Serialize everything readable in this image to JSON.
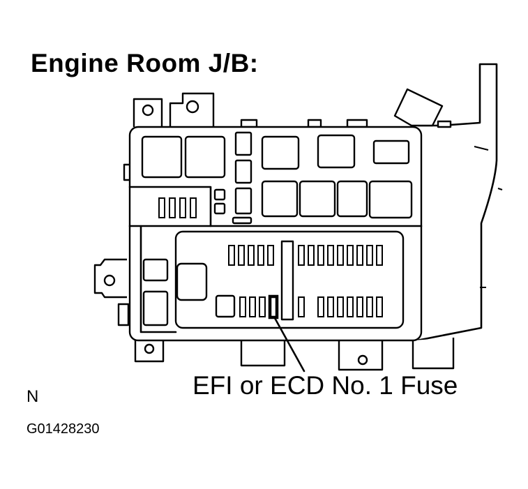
{
  "title": "Engine Room J/B:",
  "callout_label": "EFI or ECD No. 1 Fuse",
  "orientation_mark": "N",
  "figure_code": "G01428230"
}
